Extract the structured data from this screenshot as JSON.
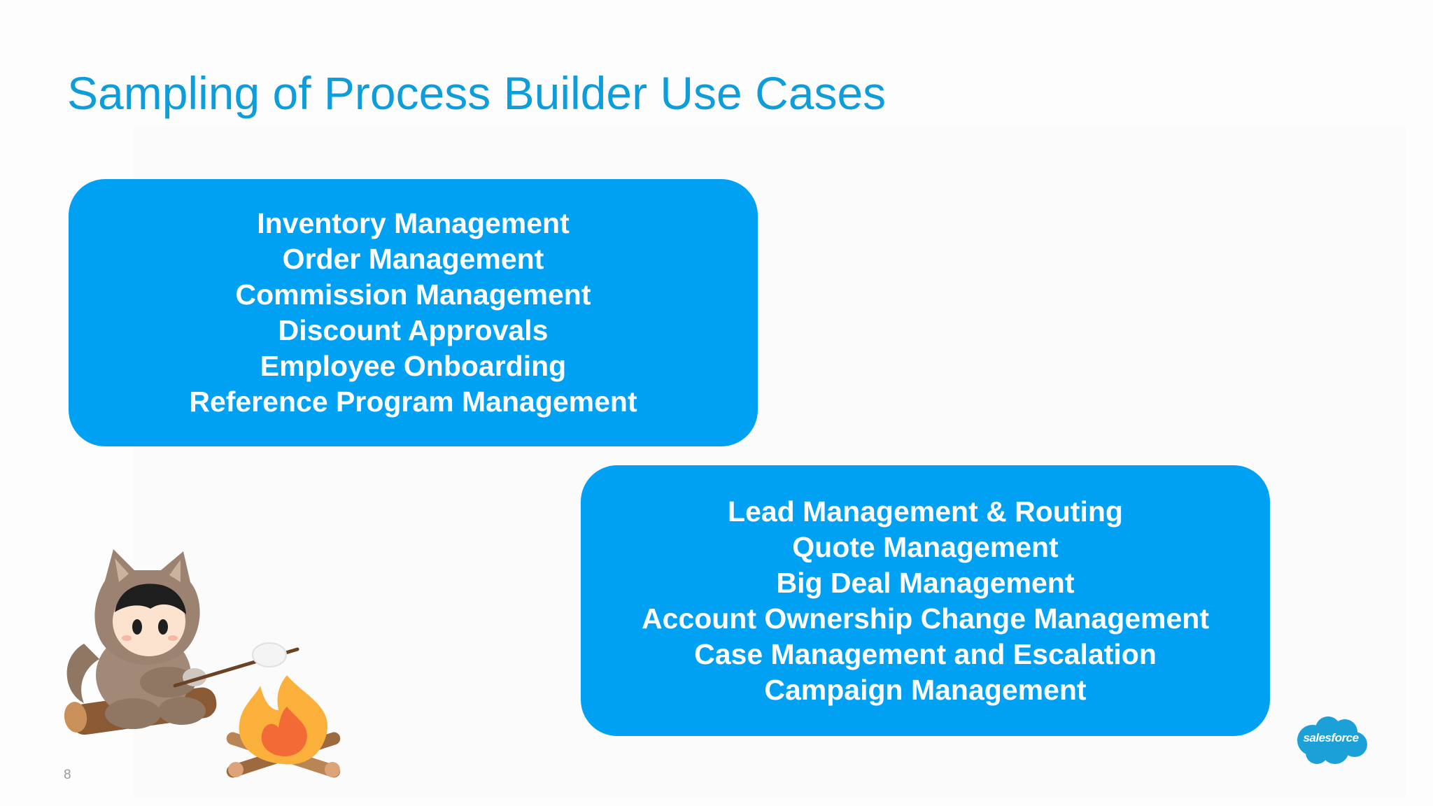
{
  "slide": {
    "title": "Sampling of Process Builder Use Cases",
    "page_number": "8",
    "accent_color": "#0d9dda",
    "box_color": "#00a1f3"
  },
  "box_a": {
    "items": [
      "Inventory Management",
      "Order Management",
      "Commission Management",
      "Discount Approvals",
      "Employee Onboarding",
      "Reference Program Management"
    ]
  },
  "box_b": {
    "items": [
      "Lead Management & Routing",
      "Quote Management",
      "Big Deal Management",
      "Account Ownership Change Management",
      "Case Management and Escalation",
      "Campaign Management"
    ]
  },
  "logo": {
    "text": "salesforce",
    "icon": "salesforce-cloud-icon"
  },
  "illustration": {
    "icon": "astro-campfire-illustration"
  }
}
